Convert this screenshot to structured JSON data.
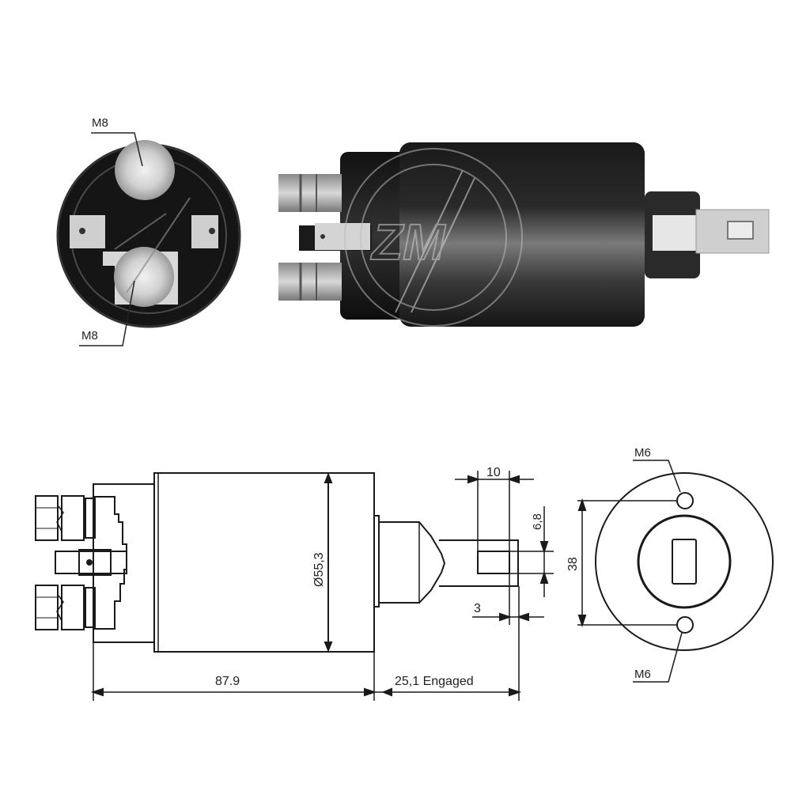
{
  "photo_end_view": {
    "top_terminal_label": "M8",
    "bottom_terminal_label": "M8"
  },
  "photo_side_view": {
    "logo_text": "ZM"
  },
  "drawing_side_view": {
    "body_diameter_label": "Ø55,3",
    "overall_length_label": "87.9",
    "plunger_travel_label": "25,1 Engaged",
    "tab_width_label": "10",
    "slot_width_label": "6,8",
    "tab_end_label": "3"
  },
  "drawing_end_view": {
    "top_hole_label": "M6",
    "bottom_hole_label": "M6",
    "hole_spacing_label": "38"
  },
  "colors": {
    "line": "#1a1a1a",
    "body_dark": "#1c1c1c",
    "metal": "#c8c8c8"
  }
}
